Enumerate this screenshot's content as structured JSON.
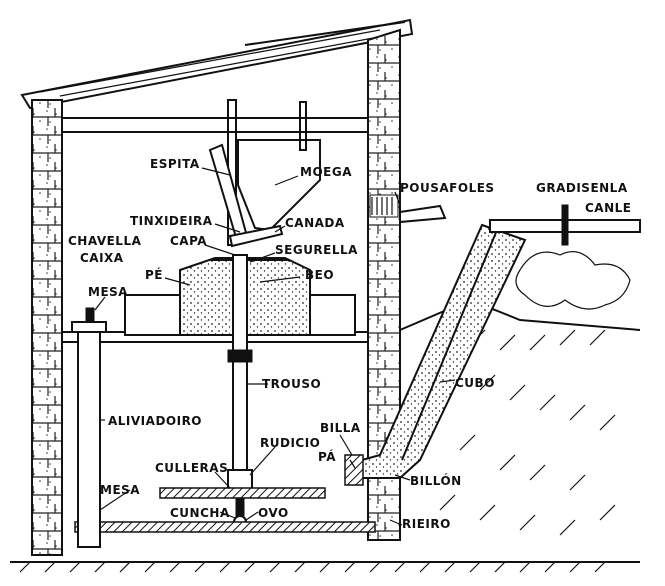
{
  "labels": {
    "espita": "ESPITA",
    "moega": "MOEGA",
    "pousafoles": "POUSAFOLES",
    "gradisenla": "GRADISENLA",
    "canle": "CANLE",
    "tinxideira": "TINXIDEIRA",
    "canada": "CANADA",
    "capa": "CAPA",
    "segurella": "SEGURELLA",
    "chavella": "CHAVELLA",
    "caixa": "CAIXA",
    "pe": "PÉ",
    "beo": "BEO",
    "mesa_top": "MESA",
    "trouso": "TROUSO",
    "cubo": "CUBO",
    "aliviadoiro": "ALIVIADOIRO",
    "rudicio": "RUDICIO",
    "billa": "BILLA",
    "pa": "PÁ",
    "culleras": "CULLERAS",
    "billon": "BILLÓN",
    "mesa_bottom": "MESA",
    "cuncha": "CUNCHA",
    "ovo": "OVO",
    "rieiro": "RIEIRO"
  }
}
